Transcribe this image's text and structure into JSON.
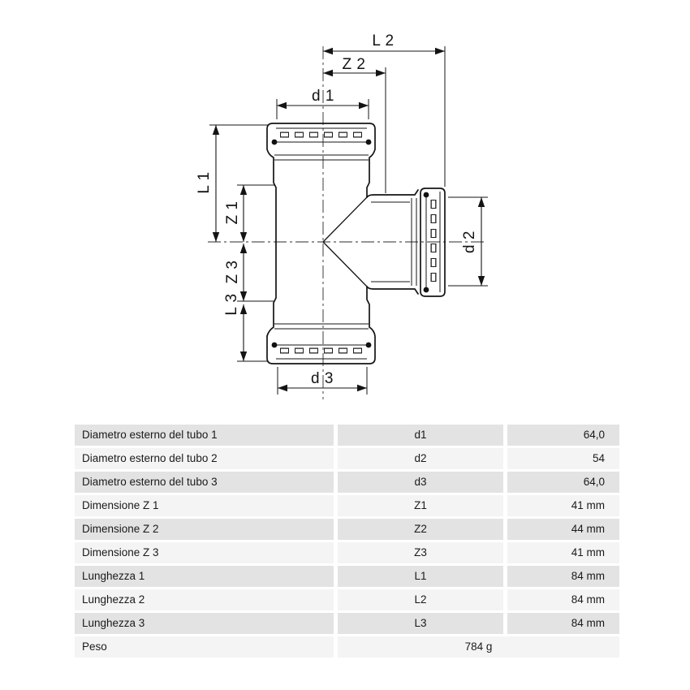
{
  "diagram": {
    "dim_labels": {
      "l2": "L 2",
      "z2": "Z 2",
      "d1": "d 1",
      "l1": "L 1",
      "z1": "Z 1",
      "z3": "Z 3",
      "l3": "L 3",
      "d2": "d 2",
      "d3": "d 3"
    }
  },
  "table": {
    "rows": [
      {
        "label": "Diametro esterno del tubo 1",
        "symbol": "d1",
        "value": "64,0"
      },
      {
        "label": "Diametro esterno del tubo 2",
        "symbol": "d2",
        "value": "54"
      },
      {
        "label": "Diametro esterno del tubo 3",
        "symbol": "d3",
        "value": "64,0"
      },
      {
        "label": "Dimensione Z 1",
        "symbol": "Z1",
        "value": "41 mm"
      },
      {
        "label": "Dimensione Z 2",
        "symbol": "Z2",
        "value": "44 mm"
      },
      {
        "label": "Dimensione Z 3",
        "symbol": "Z3",
        "value": "41 mm"
      },
      {
        "label": "Lunghezza 1",
        "symbol": "L1",
        "value": "84 mm"
      },
      {
        "label": "Lunghezza 2",
        "symbol": "L2",
        "value": "84 mm"
      },
      {
        "label": "Lunghezza 3",
        "symbol": "L3",
        "value": "84 mm"
      }
    ],
    "weight": {
      "label": "Peso",
      "value": "784 g"
    }
  },
  "colors": {
    "row_dark": "#e3e3e3",
    "row_light": "#f4f4f4",
    "line": "#141414"
  }
}
